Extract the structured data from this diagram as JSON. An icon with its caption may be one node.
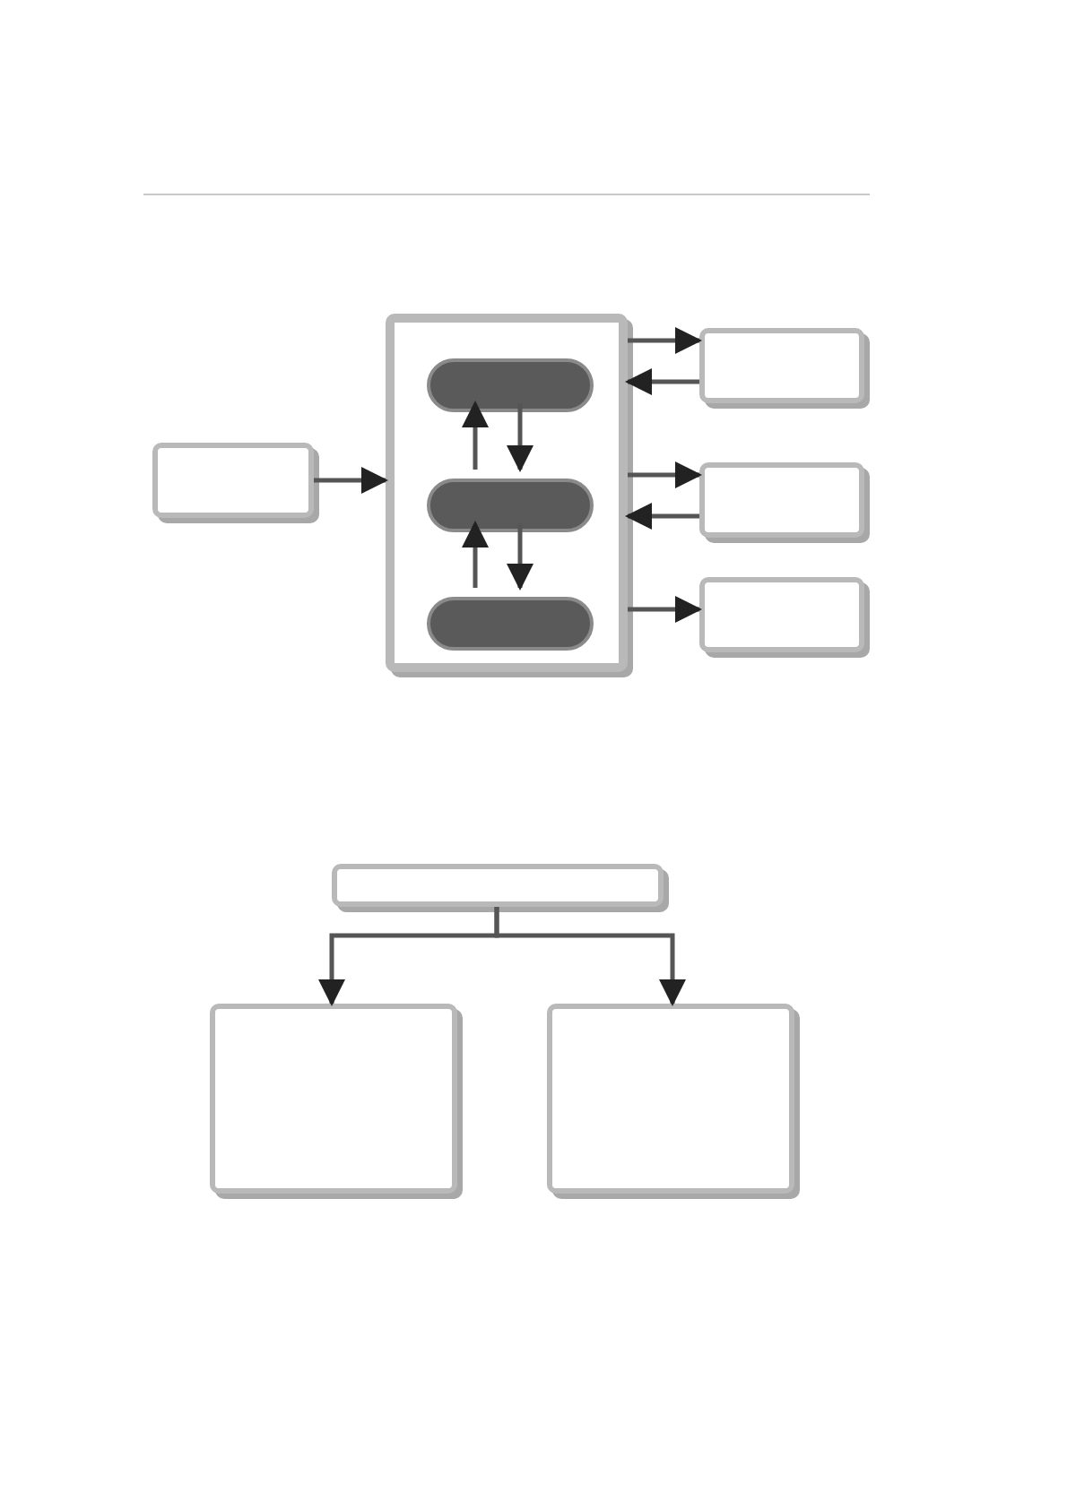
{
  "diagram": {
    "nodes": [
      {
        "text": [],
        "shape": "box"
      },
      {
        "text": [],
        "shape": "pill",
        "in": 0
      },
      {
        "text": [],
        "shape": "pill",
        "in": 0
      },
      {
        "text": [],
        "shape": "pill",
        "in": 0
      },
      {
        "text": [],
        "shape": "box"
      },
      {
        "text": [],
        "shape": "box"
      },
      {
        "text": [],
        "shape": "box"
      },
      {
        "text": [],
        "shape": "box"
      },
      {
        "text": [],
        "shape": "box"
      },
      {
        "text": [],
        "shape": "box"
      },
      {
        "text": [],
        "shape": "box"
      }
    ],
    "edges": [
      {
        "from": 4,
        "to": 0,
        "arrow": "to"
      },
      {
        "from": 2,
        "to": 1,
        "arrow": "to"
      },
      {
        "from": 1,
        "to": 2,
        "arrow": "to"
      },
      {
        "from": 3,
        "to": 2,
        "arrow": "to"
      },
      {
        "from": 2,
        "to": 3,
        "arrow": "to"
      },
      {
        "from": 0,
        "to": 5,
        "arrow": "to"
      },
      {
        "from": 5,
        "to": 0,
        "arrow": "to"
      },
      {
        "from": 0,
        "to": 6,
        "arrow": "to"
      },
      {
        "from": 6,
        "to": 0,
        "arrow": "to"
      },
      {
        "from": 0,
        "to": 7,
        "arrow": "to"
      },
      {
        "from": 8,
        "to": 9,
        "arrow": "to"
      },
      {
        "from": 8,
        "to": 10,
        "arrow": "to"
      }
    ]
  }
}
